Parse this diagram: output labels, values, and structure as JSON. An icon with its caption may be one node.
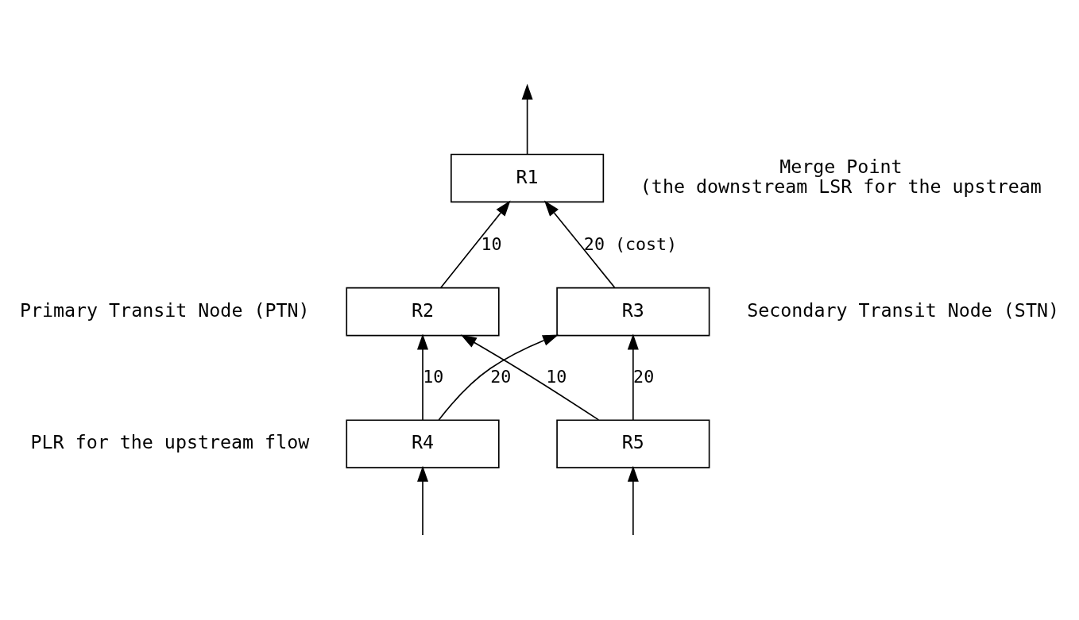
{
  "diagram": {
    "nodes": [
      {
        "text": [
          "R1"
        ],
        "beside": [
          "Merge Point",
          "(the downstream LSR for the upstream"
        ]
      },
      {
        "text": [
          "R2"
        ],
        "beside": [
          "Primary Transit Node (PTN)"
        ]
      },
      {
        "text": [
          "R3"
        ],
        "beside": [
          "Secondary Transit Node (STN)"
        ]
      },
      {
        "text": [
          "R4"
        ],
        "beside": [
          "PLR for the upstream flow"
        ]
      },
      {
        "text": [
          "R5"
        ]
      }
    ],
    "edges": [
      {
        "from": 0,
        "to": null,
        "arrow": "to"
      },
      {
        "from": 1,
        "to": 0,
        "arrow": "to",
        "label": "10"
      },
      {
        "from": 2,
        "to": 0,
        "arrow": "to",
        "label": "20 (cost)"
      },
      {
        "from": 3,
        "to": 1,
        "arrow": "to",
        "label": "10"
      },
      {
        "from": 4,
        "to": 1,
        "arrow": "to",
        "label": "10"
      },
      {
        "from": 3,
        "to": 2,
        "arrow": "to",
        "label": "20"
      },
      {
        "from": 4,
        "to": 2,
        "arrow": "to",
        "label": "20"
      },
      {
        "from": null,
        "to": 3,
        "arrow": "to"
      },
      {
        "from": null,
        "to": 4,
        "arrow": "to"
      }
    ]
  }
}
